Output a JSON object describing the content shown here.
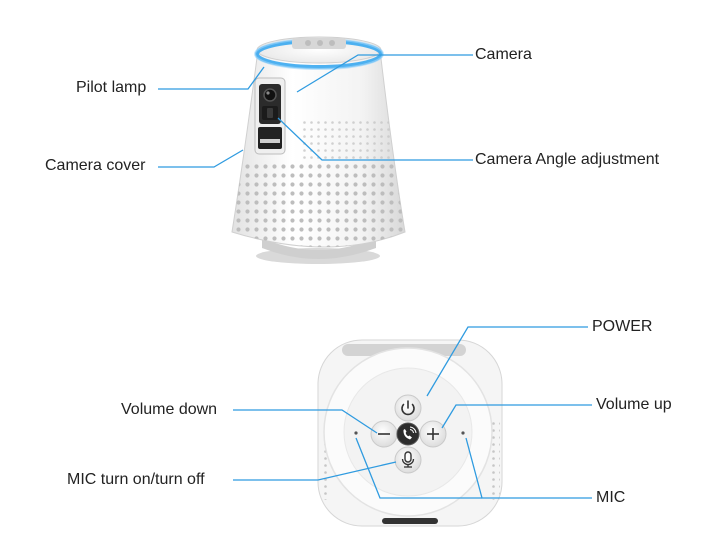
{
  "colors": {
    "callout_line": "#2f9be0",
    "device_body": "#f4f4f4",
    "pilot_lamp": "#3aa9f0",
    "text": "#222222"
  },
  "labels": {
    "camera": "Camera",
    "pilot_lamp": "Pilot lamp",
    "camera_cover": "Camera cover",
    "camera_angle": "Camera Angle adjustment",
    "power": "POWER",
    "volume_down": "Volume down",
    "volume_up": "Volume up",
    "mic_toggle": "MIC turn on/turn off",
    "mic": "MIC"
  },
  "icons": {
    "power": "power-icon",
    "volume_down": "minus-icon",
    "volume_up": "plus-icon",
    "call": "phone-call-icon",
    "mic": "microphone-icon"
  }
}
